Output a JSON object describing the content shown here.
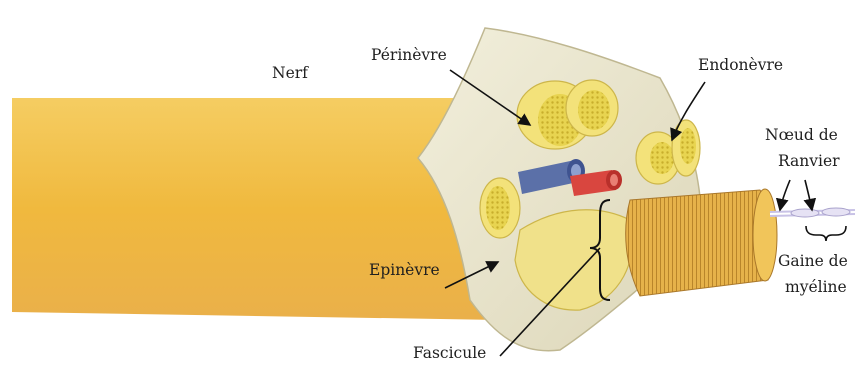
{
  "labels": {
    "nerf": "Nerf",
    "perinevre": "Périnèvre",
    "endonevre": "Endonèvre",
    "noeud_de": "Nœud de",
    "ranvier": "Ranvier",
    "epinevre": "Epinèvre",
    "fascicule": "Fascicule",
    "gaine_de": "Gaine de",
    "myeline": "myéline"
  },
  "colors": {
    "nerve_trunk": "#f2c04a",
    "epineurium": "#e9e6cf",
    "fascicle": "#f3e27a",
    "fascicle_cut": "#e7d64e",
    "vein": "#5b70a8",
    "artery": "#d9463f"
  }
}
